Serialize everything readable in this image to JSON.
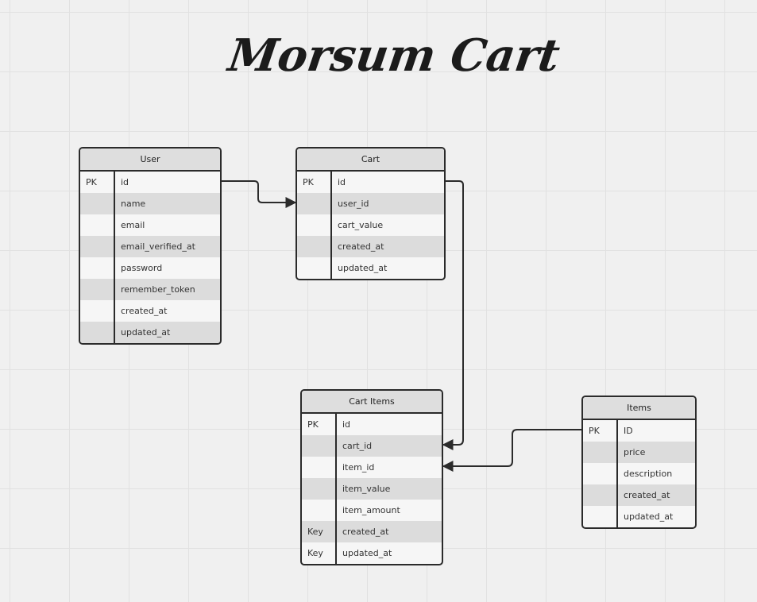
{
  "title": "Morsum Cart",
  "entities": [
    {
      "name": "User",
      "rows": [
        {
          "key": "PK",
          "field": "id"
        },
        {
          "key": "",
          "field": "name"
        },
        {
          "key": "",
          "field": "email"
        },
        {
          "key": "",
          "field": "email_verified_at"
        },
        {
          "key": "",
          "field": "password"
        },
        {
          "key": "",
          "field": "remember_token"
        },
        {
          "key": "",
          "field": "created_at"
        },
        {
          "key": "",
          "field": "updated_at"
        }
      ]
    },
    {
      "name": "Cart",
      "rows": [
        {
          "key": "PK",
          "field": "id"
        },
        {
          "key": "",
          "field": "user_id"
        },
        {
          "key": "",
          "field": "cart_value"
        },
        {
          "key": "",
          "field": "created_at"
        },
        {
          "key": "",
          "field": "updated_at"
        }
      ]
    },
    {
      "name": "Cart Items",
      "rows": [
        {
          "key": "PK",
          "field": "id"
        },
        {
          "key": "",
          "field": "cart_id"
        },
        {
          "key": "",
          "field": "item_id"
        },
        {
          "key": "",
          "field": "item_value"
        },
        {
          "key": "",
          "field": "item_amount"
        },
        {
          "key": "Key",
          "field": "created_at"
        },
        {
          "key": "Key",
          "field": "updated_at"
        }
      ]
    },
    {
      "name": "Items",
      "rows": [
        {
          "key": "PK",
          "field": "ID"
        },
        {
          "key": "",
          "field": "price"
        },
        {
          "key": "",
          "field": "description"
        },
        {
          "key": "",
          "field": "created_at"
        },
        {
          "key": "",
          "field": "updated_at"
        }
      ]
    }
  ],
  "relations": [
    {
      "from": "User.id",
      "to": "Cart.user_id"
    },
    {
      "from": "Cart.id",
      "to": "Cart Items.cart_id"
    },
    {
      "from": "Items.ID",
      "to": "Cart Items.item_id"
    }
  ],
  "colors": {
    "canvas": "#f0f0f0",
    "grid": "#e1e1e1",
    "border": "#2b2b2b",
    "header": "#dedede",
    "row_alt": "#dcdcdc"
  }
}
